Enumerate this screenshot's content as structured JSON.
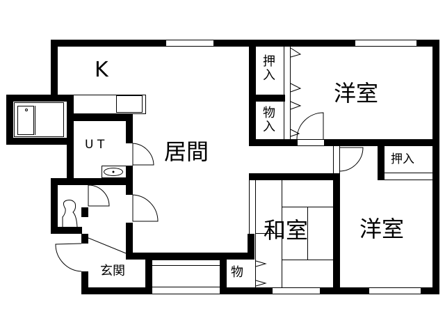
{
  "floorplan": {
    "rooms": {
      "kitchen": {
        "label": "K"
      },
      "utility": {
        "label": "U T"
      },
      "living": {
        "label": "居間"
      },
      "western_room_1": {
        "label": "洋室"
      },
      "western_room_2": {
        "label": "洋室"
      },
      "japanese_room": {
        "label": "和室"
      },
      "entrance": {
        "label": "玄関"
      }
    },
    "storage": {
      "closet_1": {
        "label": "押入"
      },
      "storage_1": {
        "label": "物入"
      },
      "closet_2": {
        "label": "押入"
      },
      "storage_2": {
        "label": "物"
      }
    },
    "colors": {
      "wall": "#000000",
      "background": "#ffffff"
    }
  }
}
